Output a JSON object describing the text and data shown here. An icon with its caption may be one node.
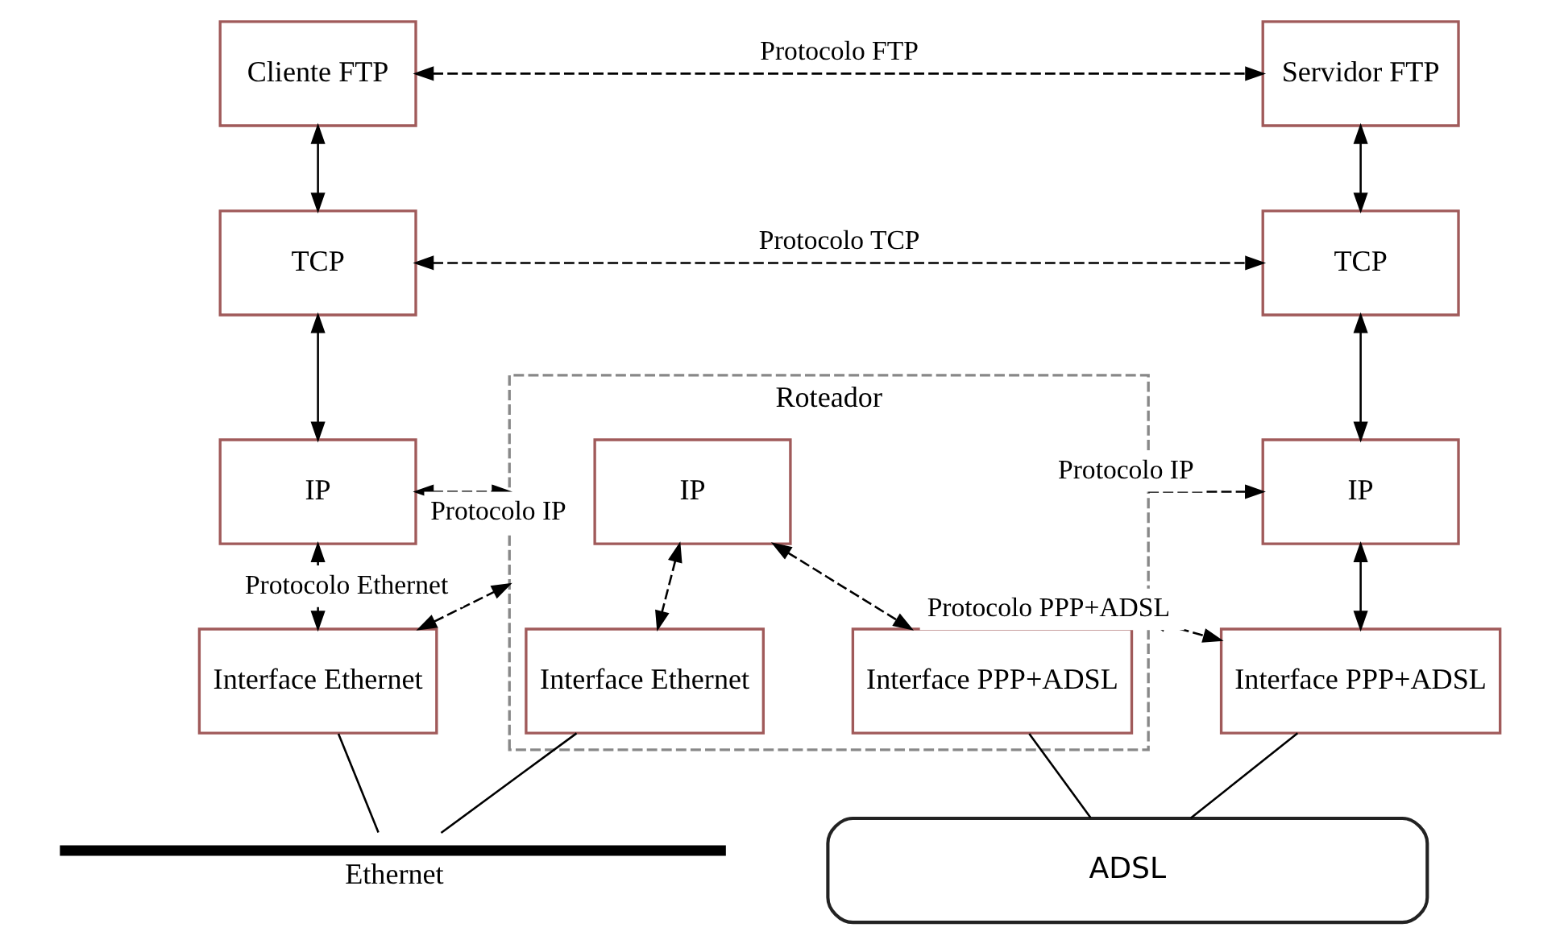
{
  "diagram": {
    "nodes": [
      {
        "text": [
          "Cliente FTP"
        ]
      },
      {
        "text": [
          "Servidor FTP"
        ]
      },
      {
        "text": [
          "TCP"
        ]
      },
      {
        "text": [
          "TCP"
        ]
      },
      {
        "text": [
          "IP"
        ]
      },
      {
        "text": [
          "Roteador"
        ]
      },
      {
        "text": [
          "IP"
        ],
        "in": 5
      },
      {
        "text": [
          "Interface Ethernet"
        ],
        "in": 5
      },
      {
        "text": [
          "Interface PPP+ADSL"
        ],
        "in": 5
      },
      {
        "text": [
          "IP"
        ]
      },
      {
        "text": [
          "Interface Ethernet"
        ]
      },
      {
        "text": [
          "Interface PPP+ADSL"
        ]
      },
      {
        "text": [],
        "shape": "bar",
        "beside": [
          "Ethernet"
        ]
      },
      {
        "text": [
          "ADSL"
        ]
      }
    ],
    "edges": [
      {
        "from": 0,
        "to": 1,
        "arrow": "both",
        "style": "dashed",
        "label": "Protocolo FTP"
      },
      {
        "from": 0,
        "to": 2,
        "arrow": "both"
      },
      {
        "from": 1,
        "to": 3,
        "arrow": "both"
      },
      {
        "from": 2,
        "to": 3,
        "arrow": "both",
        "style": "dashed",
        "label": "Protocolo TCP"
      },
      {
        "from": 2,
        "to": 4,
        "arrow": "both"
      },
      {
        "from": 3,
        "to": 9,
        "arrow": "both"
      },
      {
        "from": 4,
        "to": 5,
        "arrow": "both",
        "style": "dashed",
        "label": "Protocolo IP"
      },
      {
        "from": 5,
        "to": 9,
        "arrow": "to",
        "style": "dashed",
        "label": "Protocolo IP"
      },
      {
        "from": 4,
        "to": 10,
        "arrow": "both"
      },
      {
        "from": 6,
        "to": 7,
        "arrow": "both",
        "style": "dashed"
      },
      {
        "from": 6,
        "to": 8,
        "arrow": "both",
        "style": "dashed"
      },
      {
        "from": 10,
        "to": 5,
        "arrow": "both",
        "style": "dashed",
        "label": "Protocolo Ethernet"
      },
      {
        "from": 5,
        "to": 11,
        "arrow": "both",
        "style": "dashed",
        "label": "Protocolo PPP+ADSL"
      },
      {
        "from": 9,
        "to": 11,
        "arrow": "both"
      },
      {
        "from": 10,
        "to": 12,
        "arrow": "none"
      },
      {
        "from": 7,
        "to": 12,
        "arrow": "none"
      },
      {
        "from": 8,
        "to": 13,
        "arrow": "none"
      },
      {
        "from": 11,
        "to": 13,
        "arrow": "none"
      }
    ]
  }
}
